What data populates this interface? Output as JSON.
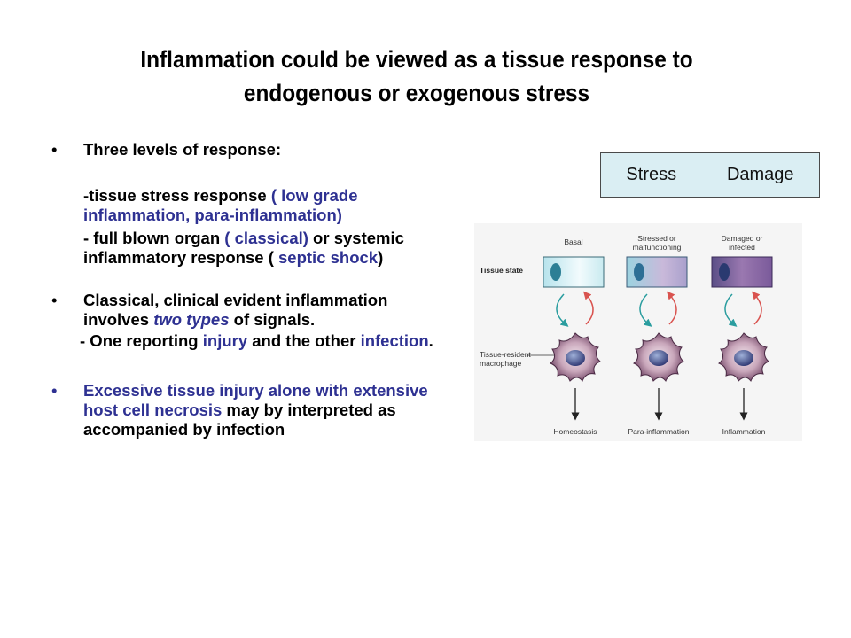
{
  "title": {
    "line1": "Inflammation could be viewed as a tissue response to",
    "line2": "endogenous or exogenous stress"
  },
  "bullets": {
    "b1": {
      "marker": "•",
      "heading": "Three  levels of response:",
      "l1_a": "-tissue stress response ",
      "l1_b": "( low grade inflammation, para-inflammation)",
      "l2_a": "- full blown organ ",
      "l2_b": "( classical)",
      "l2_c": "  or systemic inflammatory response ( ",
      "l2_d": "septic shock",
      "l2_e": ")"
    },
    "b2": {
      "marker": "•",
      "t_a": "Classical, clinical evident  inflammation involves ",
      "t_b": "two types",
      "t_c": " of signals.",
      "s_a": "- One reporting ",
      "s_b": "injury",
      "s_c": " and the other ",
      "s_d": "infection",
      "s_e": "."
    },
    "b3": {
      "marker": "•",
      "t_a": "Excessive tissue injury alone with extensive host cell necrosis",
      "t_b": " may by interpreted as accompanied by infection"
    }
  },
  "box": {
    "left": "Stress",
    "right": "Damage"
  },
  "figure": {
    "columns": [
      {
        "header1": "Basal",
        "header2": "",
        "outcome": "Homeostasis",
        "tissue_color": "#c9eaf0"
      },
      {
        "header1": "Stressed or",
        "header2": "malfunctioning",
        "outcome": "Para-inflammation",
        "tissue_color": "#a9b9d6"
      },
      {
        "header1": "Damaged or",
        "header2": "infected",
        "outcome": "Inflammation",
        "tissue_color": "#7a5a9a"
      }
    ],
    "row_tissue": "Tissue state",
    "row_macro1": "Tissue-resident",
    "row_macro2": "macrophage",
    "colors": {
      "arrow_teal": "#2a9d9f",
      "arrow_red": "#d9534f",
      "macrophage": "#6b4e6e"
    }
  }
}
